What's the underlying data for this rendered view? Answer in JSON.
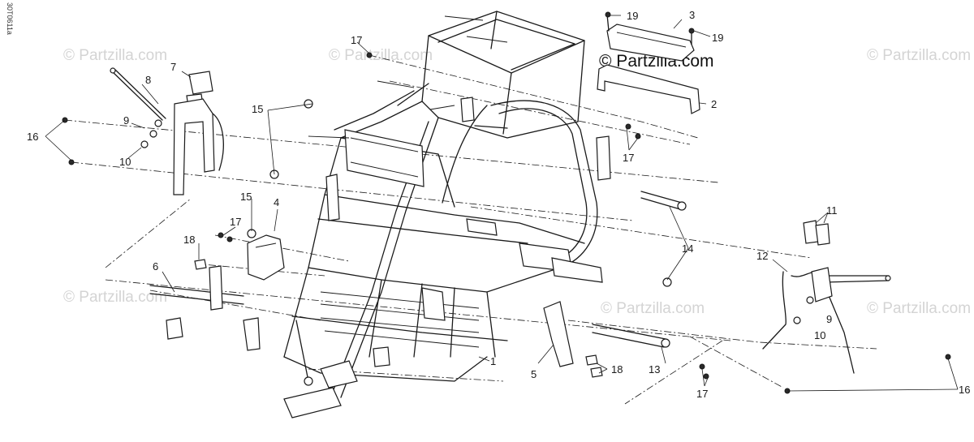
{
  "diagram_code": "30T0611a",
  "brand": "© Partzilla.com",
  "watermark": "© Partzilla.com",
  "callouts": {
    "c1": "1",
    "c2": "2",
    "c3": "3",
    "c4": "4",
    "c5": "5",
    "c6": "6",
    "c7": "7",
    "c8": "8",
    "c9_left": "9",
    "c9_right": "9",
    "c10_left": "10",
    "c10_right": "10",
    "c11": "11",
    "c12": "12",
    "c13": "13",
    "c14": "14",
    "c15_top": "15",
    "c15_mid": "15",
    "c16_left": "16",
    "c16_right": "16",
    "c17_top": "17",
    "c17_mid": "17",
    "c17_right": "17",
    "c17_bottom": "17",
    "c18_left": "18",
    "c18_right": "18",
    "c19_left": "19",
    "c19_right": "19"
  },
  "colors": {
    "line": "#1a1a1a",
    "watermark": "#d4d4d4",
    "background": "#ffffff"
  }
}
